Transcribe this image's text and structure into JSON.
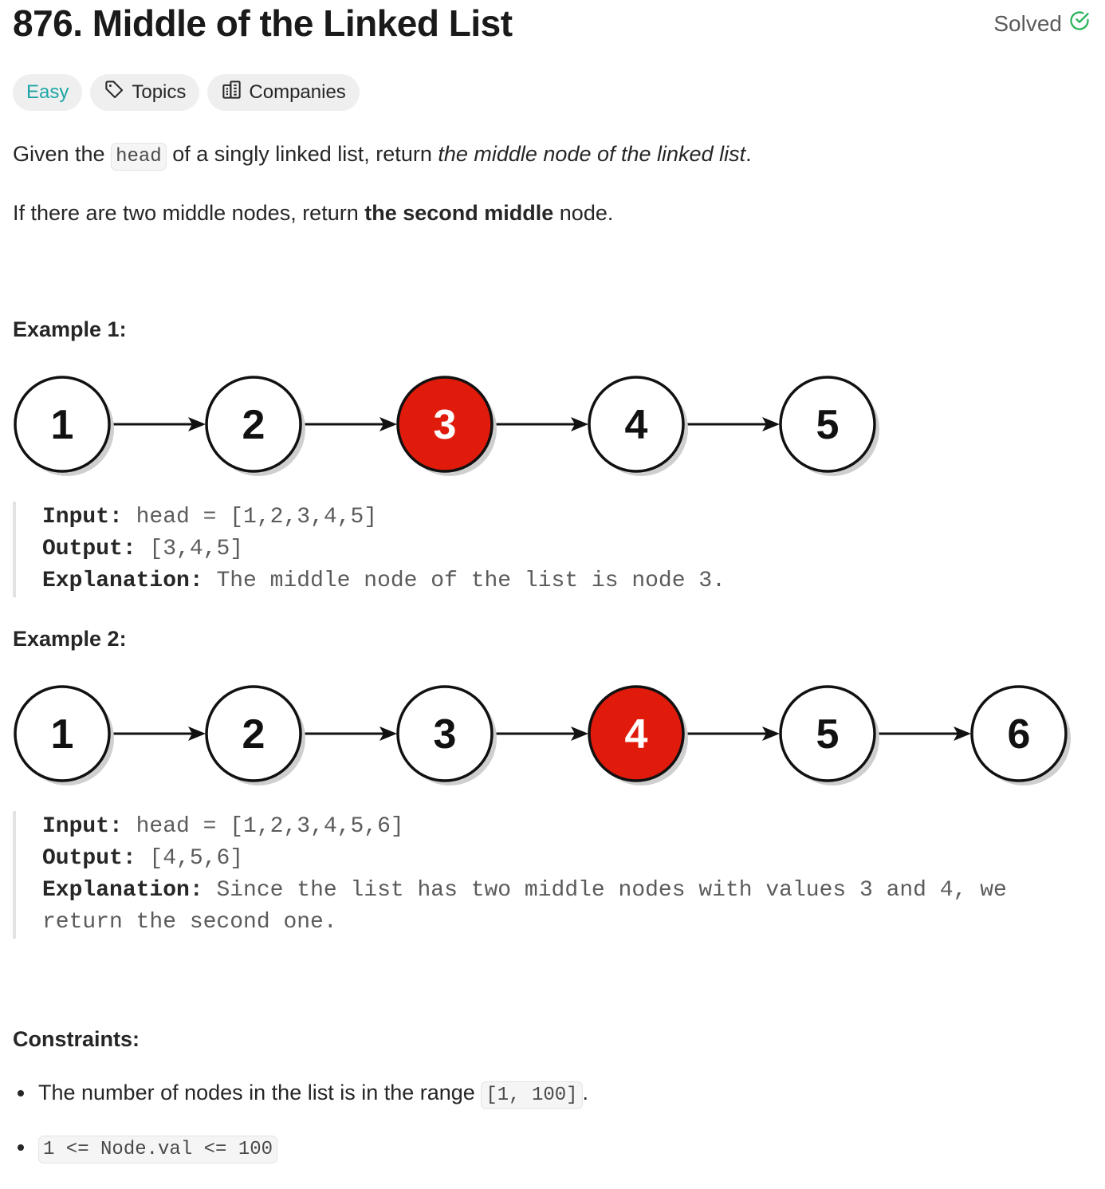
{
  "problem": {
    "title": "876. Middle of the Linked List",
    "status": "Solved",
    "difficulty": "Easy",
    "topics_label": "Topics",
    "companies_label": "Companies"
  },
  "description": {
    "p1_before": "Given the ",
    "p1_code": "head",
    "p1_mid": " of a singly linked list, return ",
    "p1_italic": "the middle node of the linked list",
    "p1_end": ".",
    "p2_before": "If there are two middle nodes, return ",
    "p2_bold": "the second middle",
    "p2_end": " node."
  },
  "example1": {
    "heading": "Example 1:",
    "nodes": [
      "1",
      "2",
      "3",
      "4",
      "5"
    ],
    "highlight_index": 2,
    "input_label": "Input:",
    "input_value": " head = [1,2,3,4,5]",
    "output_label": "Output:",
    "output_value": " [3,4,5]",
    "explanation_label": "Explanation:",
    "explanation_value": " The middle node of the list is node 3."
  },
  "example2": {
    "heading": "Example 2:",
    "nodes": [
      "1",
      "2",
      "3",
      "4",
      "5",
      "6"
    ],
    "highlight_index": 3,
    "input_label": "Input:",
    "input_value": " head = [1,2,3,4,5,6]",
    "output_label": "Output:",
    "output_value": " [4,5,6]",
    "explanation_label": "Explanation:",
    "explanation_value": " Since the list has two middle nodes with values 3 and 4, we",
    "explanation_value_2": "return the second one."
  },
  "constraints": {
    "heading": "Constraints:",
    "c1_text": "The number of nodes in the list is in the range ",
    "c1_code": "[1, 100]",
    "c1_end": ".",
    "c2_code": "1 <= Node.val <= 100"
  },
  "colors": {
    "easy": "#1ea6a6",
    "solved_check": "#2db55d",
    "highlight_node": "#e01b0b"
  }
}
